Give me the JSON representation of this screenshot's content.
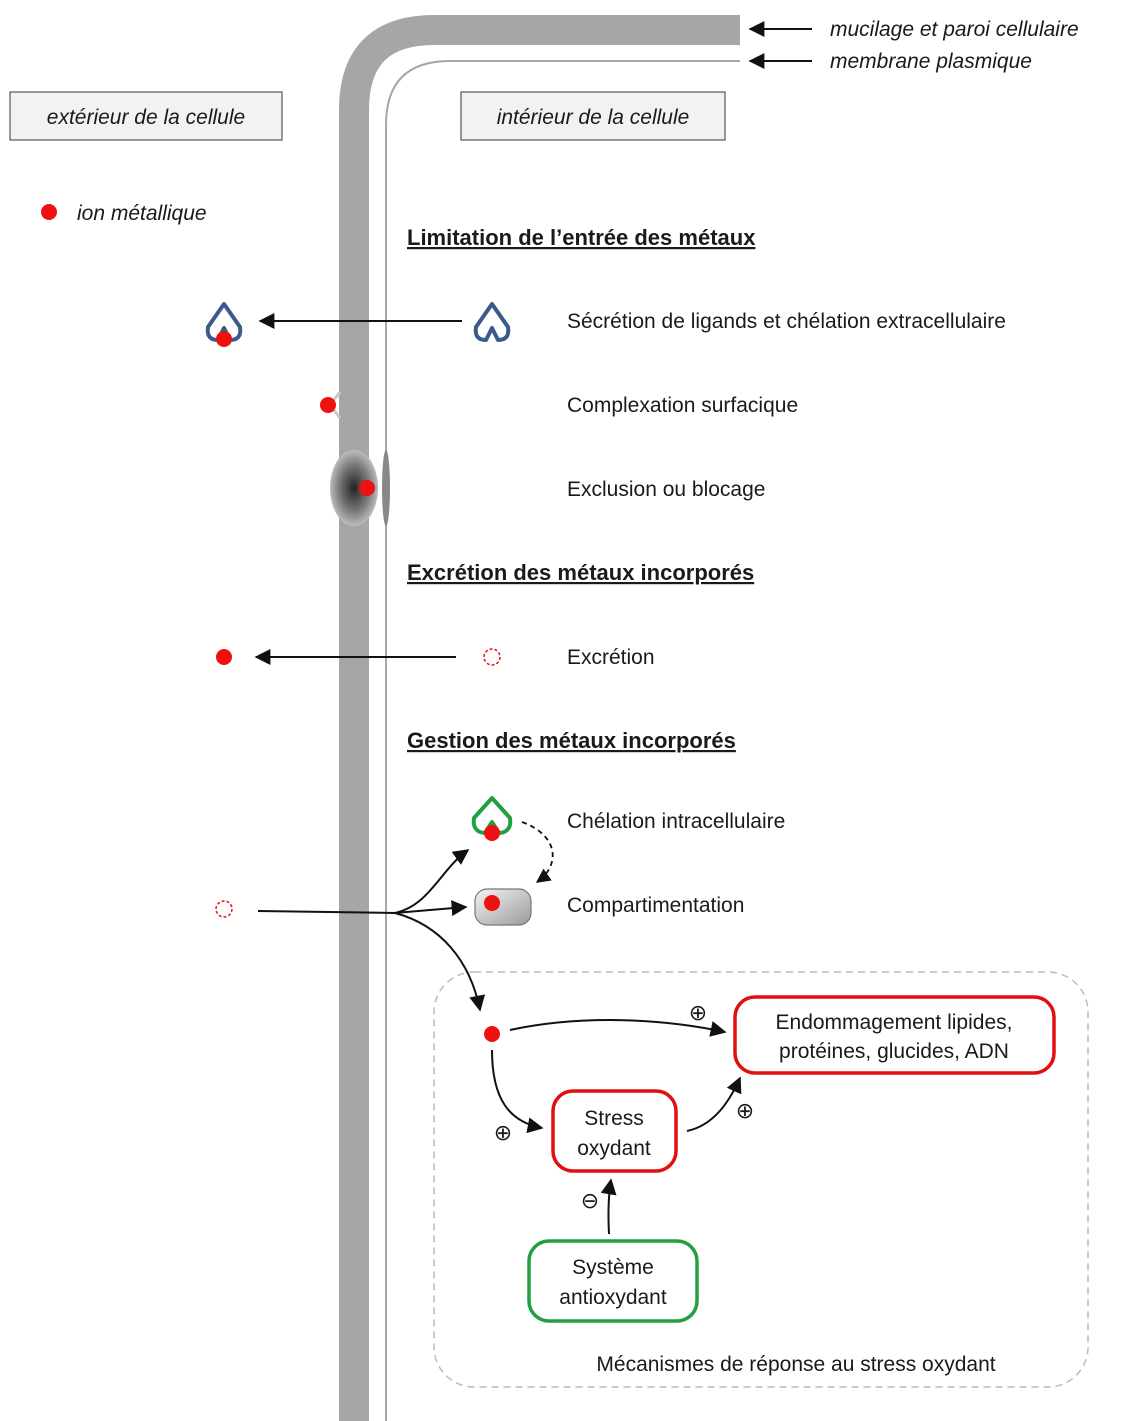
{
  "wall_labels": {
    "mucilage": "mucilage et paroi cellulaire",
    "membrane": "membrane plasmique"
  },
  "sides": {
    "exterior": "extérieur de la cellule",
    "interior": "intérieur de la cellule"
  },
  "legend": {
    "ion_label": "ion métallique"
  },
  "sections": {
    "limitation": {
      "title": "Limitation de l’entrée des métaux",
      "items": [
        "Sécrétion de ligands et chélation extracellulaire",
        "Complexation  surfacique",
        "Exclusion ou  blocage"
      ]
    },
    "excretion": {
      "title": "Excrétion des métaux incorporés",
      "items": [
        "Excrétion"
      ]
    },
    "gestion": {
      "title": "Gestion des métaux incorporés",
      "items": [
        "Chélation  intracellulaire",
        "Compartimentation"
      ]
    }
  },
  "stress_box": {
    "caption": "Mécanismes de réponse au stress oxydant",
    "damage": [
      "Endommagement  lipides,",
      "protéines,  glucides,  ADN"
    ],
    "stress": [
      "Stress",
      "oxydant"
    ],
    "antiox": [
      "Système",
      "antioxydant"
    ],
    "signs": {
      "plus": "⊕",
      "minus": "⊖"
    }
  },
  "colors": {
    "ion": "#ee1111",
    "ligand": "#3a5a8c",
    "chelator": "#22a040",
    "wall": "#a6a6a6",
    "damage_border": "#e01010",
    "antiox_border": "#22a040"
  }
}
